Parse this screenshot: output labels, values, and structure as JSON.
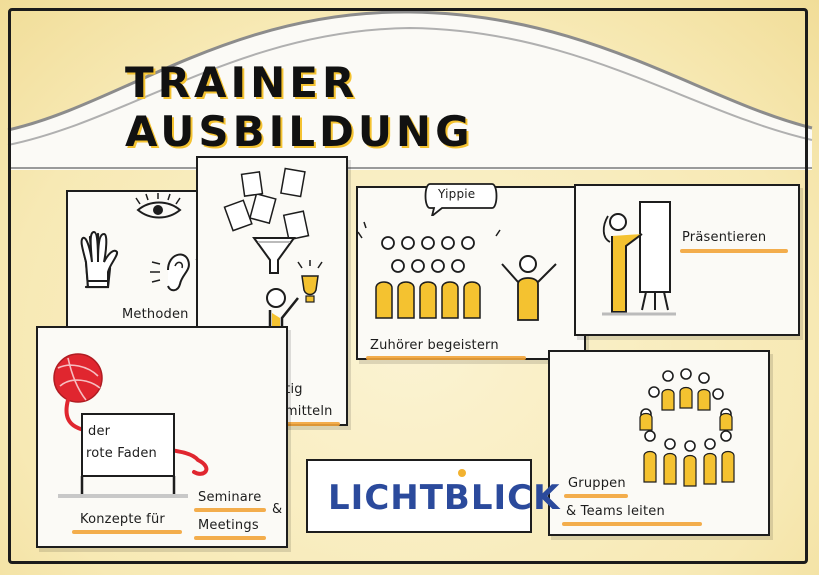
{
  "title": {
    "line": "TRAINER AUSBILDUNG"
  },
  "cards": {
    "methoden": "Methoden",
    "wissen_line1": "nach haltig",
    "wissen_line2": "Wissen vermitteln",
    "zuhoerer": "Zuhörer begeistern",
    "yippie": "Yippie",
    "praesentieren": "Präsentieren",
    "faden_line1": "der",
    "faden_line2": "rote Faden",
    "konzepte": "Konzepte für",
    "seminare": "Seminare",
    "amp": "&",
    "meetings": "Meetings",
    "gruppen_line1": "Gruppen",
    "gruppen_line2": "& Teams leiten"
  },
  "logo": {
    "text": "LICHTBLICK"
  },
  "colors": {
    "accent_yellow": "#f4c230",
    "accent_orange": "#f2a43a",
    "logo_blue": "#2b4a9c",
    "thread_red": "#e0262f"
  }
}
